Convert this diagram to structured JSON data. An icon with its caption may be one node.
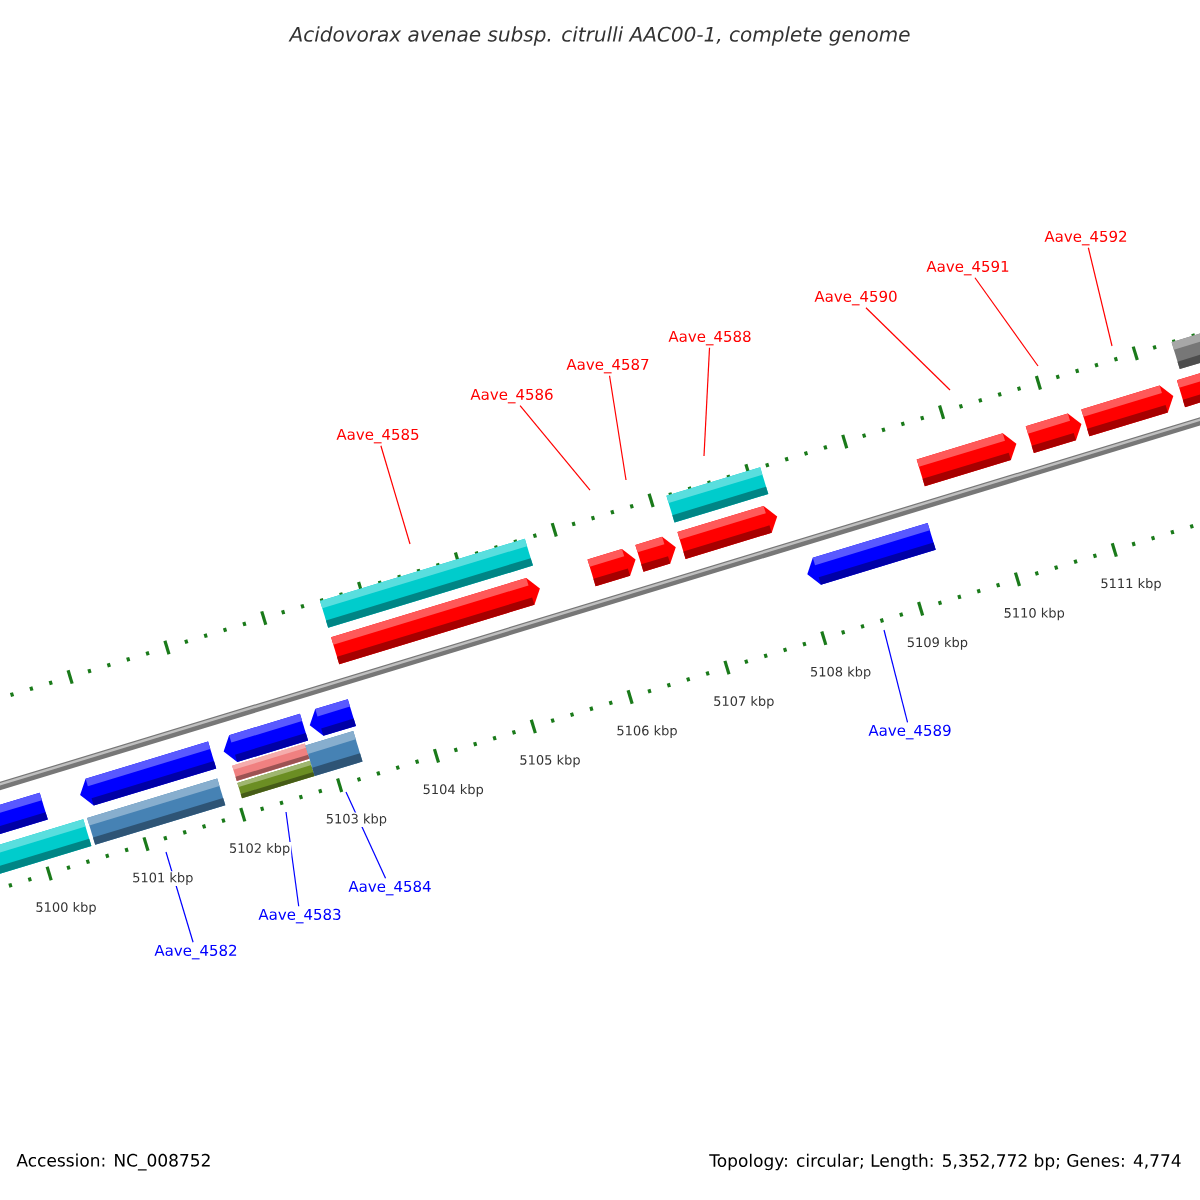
{
  "diagram": {
    "title": "Acidovorax avenae subsp. citrulli AAC00-1, complete genome",
    "nodes": [
      {
        "text": [
          "Aave_4582"
        ]
      },
      {
        "text": [
          "Aave_4583"
        ]
      },
      {
        "text": [
          "Aave_4584"
        ]
      },
      {
        "text": [
          "Aave_4585"
        ]
      },
      {
        "text": [
          "Aave_4586"
        ]
      },
      {
        "text": [
          "Aave_4587"
        ]
      },
      {
        "text": [
          "Aave_4588"
        ]
      },
      {
        "text": [
          "Aave_4589"
        ]
      },
      {
        "text": [
          "Aave_4590"
        ]
      },
      {
        "text": [
          "Aave_4591"
        ]
      },
      {
        "text": [
          "Aave_4592"
        ]
      }
    ],
    "edges": [
      {
        "from": 0,
        "to": null,
        "arrow": "none",
        "color": "#0000ff"
      },
      {
        "from": 1,
        "to": null,
        "arrow": "none",
        "color": "#0000ff"
      },
      {
        "from": 2,
        "to": null,
        "arrow": "none",
        "color": "#0000ff"
      },
      {
        "from": 3,
        "to": null,
        "arrow": "none"
      },
      {
        "from": 4,
        "to": null,
        "arrow": "none"
      },
      {
        "from": 5,
        "to": null,
        "arrow": "none"
      },
      {
        "from": 6,
        "to": null,
        "arrow": "none"
      },
      {
        "from": 7,
        "to": null,
        "arrow": "none",
        "color": "#0000ff"
      },
      {
        "from": 8,
        "to": null,
        "arrow": "none"
      },
      {
        "from": 9,
        "to": null,
        "arrow": "none"
      },
      {
        "from": 10,
        "to": null,
        "arrow": "none"
      }
    ],
    "labels": [
      "5100 kbp",
      "5101 kbp",
      "5102 kbp",
      "5103 kbp",
      "5104 kbp",
      "5105 kbp",
      "5106 kbp",
      "5107 kbp",
      "5108 kbp",
      "5109 kbp",
      "5110 kbp",
      "5111 kbp",
      "Accession: NC_008752",
      "Topology: circular; Length: 5,352,772 bp; Genes: 4,774"
    ]
  }
}
